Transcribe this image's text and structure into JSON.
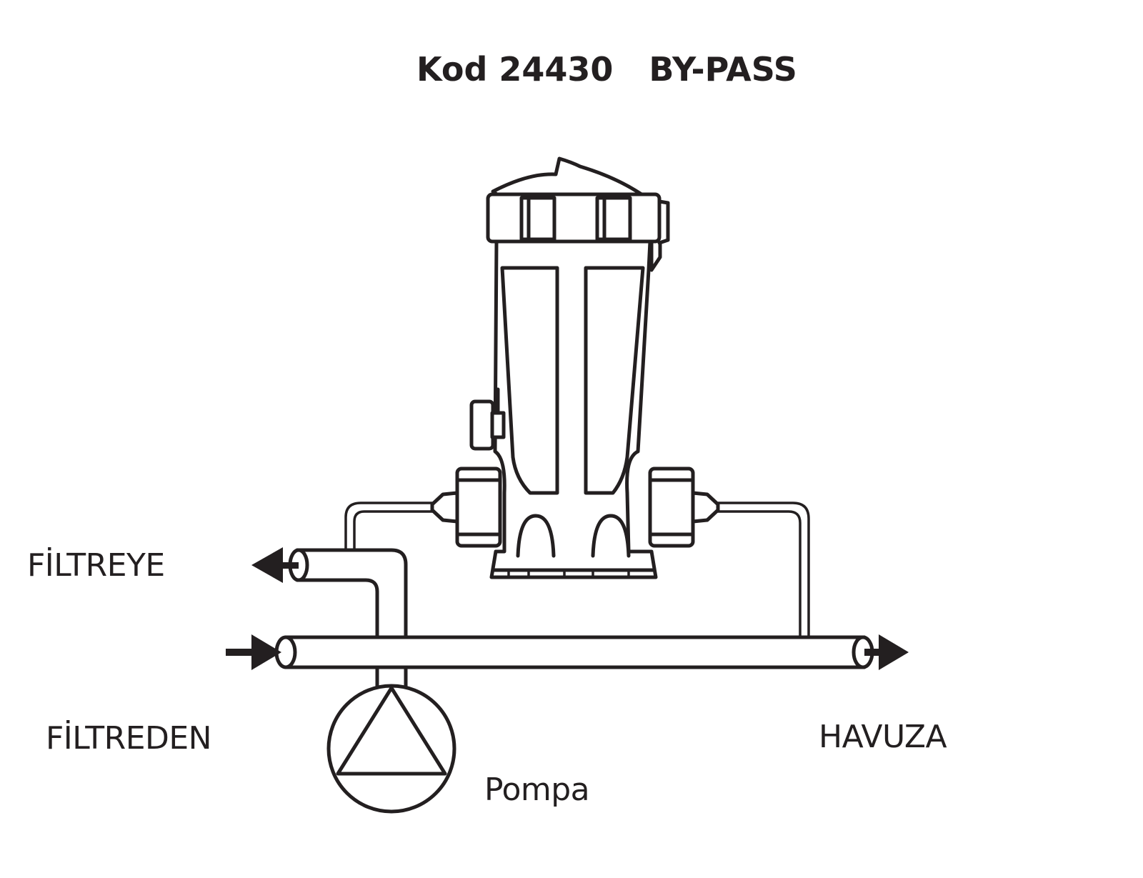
{
  "title": {
    "code": "Kod 24430",
    "name": "BY-PASS"
  },
  "labels": {
    "to_filter": "FİLTREYE",
    "from_filter": "FİLTREDEN",
    "to_pool": "HAVUZA",
    "pump": "Pompa"
  },
  "colors": {
    "line": "#231f20",
    "background": "#ffffff"
  }
}
